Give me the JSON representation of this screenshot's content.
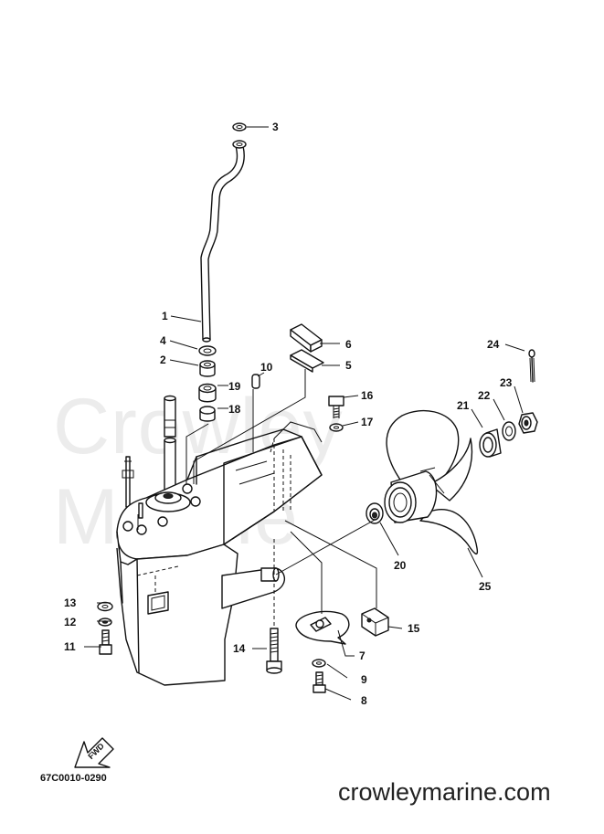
{
  "watermark": "Crowley Marine",
  "footer": {
    "site": "crowleymarine.com",
    "drawing_code": "67C0010-0290"
  },
  "fwd_label": "FWD",
  "callouts": [
    "1",
    "2",
    "3",
    "4",
    "5",
    "6",
    "7",
    "8",
    "9",
    "10",
    "11",
    "12",
    "13",
    "14",
    "15",
    "16",
    "17",
    "18",
    "19",
    "20",
    "21",
    "22",
    "23",
    "24",
    "25"
  ]
}
